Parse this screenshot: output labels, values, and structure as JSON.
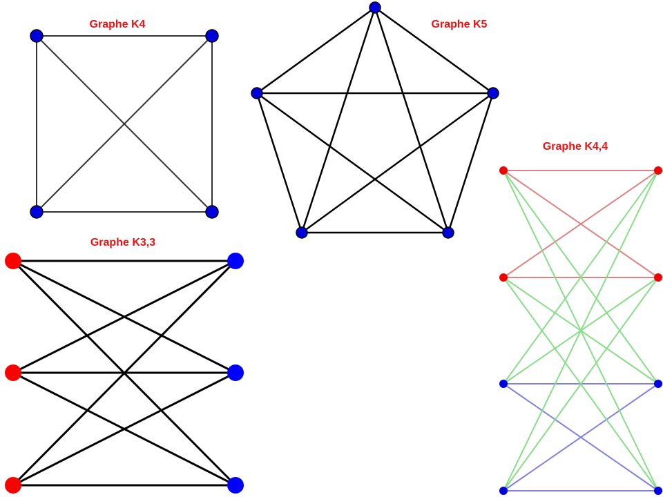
{
  "graphs": [
    {
      "id": "k4",
      "title": "Graphe K4",
      "edge_color": "#333333",
      "vertex_fill": "#0000dd",
      "vertex_stroke": "#000000",
      "vertices": [
        {
          "id": "a",
          "color": "#0000dd"
        },
        {
          "id": "b",
          "color": "#0000dd"
        },
        {
          "id": "c",
          "color": "#0000dd"
        },
        {
          "id": "d",
          "color": "#0000dd"
        }
      ],
      "edges": [
        [
          "a",
          "b"
        ],
        [
          "b",
          "c"
        ],
        [
          "c",
          "d"
        ],
        [
          "d",
          "a"
        ],
        [
          "a",
          "c"
        ],
        [
          "b",
          "d"
        ]
      ]
    },
    {
      "id": "k5",
      "title": "Graphe K5",
      "edge_color": "#000000",
      "vertex_fill": "#0000dd",
      "vertex_stroke": "#000000",
      "vertices": [
        {
          "id": "p1",
          "color": "#0000dd"
        },
        {
          "id": "p2",
          "color": "#0000dd"
        },
        {
          "id": "p3",
          "color": "#0000dd"
        },
        {
          "id": "p4",
          "color": "#0000dd"
        },
        {
          "id": "p5",
          "color": "#0000dd"
        }
      ],
      "edges": [
        [
          "p1",
          "p2"
        ],
        [
          "p1",
          "p3"
        ],
        [
          "p1",
          "p4"
        ],
        [
          "p1",
          "p5"
        ],
        [
          "p2",
          "p3"
        ],
        [
          "p2",
          "p4"
        ],
        [
          "p2",
          "p5"
        ],
        [
          "p3",
          "p4"
        ],
        [
          "p3",
          "p5"
        ],
        [
          "p4",
          "p5"
        ]
      ]
    },
    {
      "id": "k33",
      "title": "Graphe K3,3",
      "edge_color": "#000000",
      "vertices": [
        {
          "id": "r1",
          "color": "#ff0000"
        },
        {
          "id": "r2",
          "color": "#ff0000"
        },
        {
          "id": "r3",
          "color": "#ff0000"
        },
        {
          "id": "b1",
          "color": "#0000ff"
        },
        {
          "id": "b2",
          "color": "#0000ff"
        },
        {
          "id": "b3",
          "color": "#0000ff"
        }
      ],
      "edges": [
        [
          "r1",
          "b1"
        ],
        [
          "r1",
          "b2"
        ],
        [
          "r1",
          "b3"
        ],
        [
          "r2",
          "b1"
        ],
        [
          "r2",
          "b2"
        ],
        [
          "r2",
          "b3"
        ],
        [
          "r3",
          "b1"
        ],
        [
          "r3",
          "b2"
        ],
        [
          "r3",
          "b3"
        ]
      ]
    },
    {
      "id": "k44",
      "title": "Graphe K4,4",
      "edge_colors": {
        "red": "#e08080",
        "green": "#88dd88",
        "blue": "#8080e0"
      },
      "vertices": [
        {
          "id": "l1",
          "color": "#ee0000"
        },
        {
          "id": "l2",
          "color": "#ee0000"
        },
        {
          "id": "l3",
          "color": "#0000dd"
        },
        {
          "id": "l4",
          "color": "#0000dd"
        },
        {
          "id": "r1",
          "color": "#ee0000"
        },
        {
          "id": "r2",
          "color": "#ee0000"
        },
        {
          "id": "r3",
          "color": "#0000dd"
        },
        {
          "id": "r4",
          "color": "#0000dd"
        }
      ],
      "edges": [
        [
          "l1",
          "r1",
          "red"
        ],
        [
          "l1",
          "r2",
          "red"
        ],
        [
          "l2",
          "r1",
          "red"
        ],
        [
          "l2",
          "r2",
          "red"
        ],
        [
          "l3",
          "r3",
          "blue"
        ],
        [
          "l3",
          "r4",
          "blue"
        ],
        [
          "l4",
          "r3",
          "blue"
        ],
        [
          "l4",
          "r4",
          "blue"
        ],
        [
          "l1",
          "r3",
          "green"
        ],
        [
          "l1",
          "r4",
          "green"
        ],
        [
          "l2",
          "r3",
          "green"
        ],
        [
          "l2",
          "r4",
          "green"
        ],
        [
          "l3",
          "r1",
          "green"
        ],
        [
          "l3",
          "r2",
          "green"
        ],
        [
          "l4",
          "r1",
          "green"
        ],
        [
          "l4",
          "r2",
          "green"
        ]
      ]
    }
  ],
  "title_color": "#ee1111"
}
